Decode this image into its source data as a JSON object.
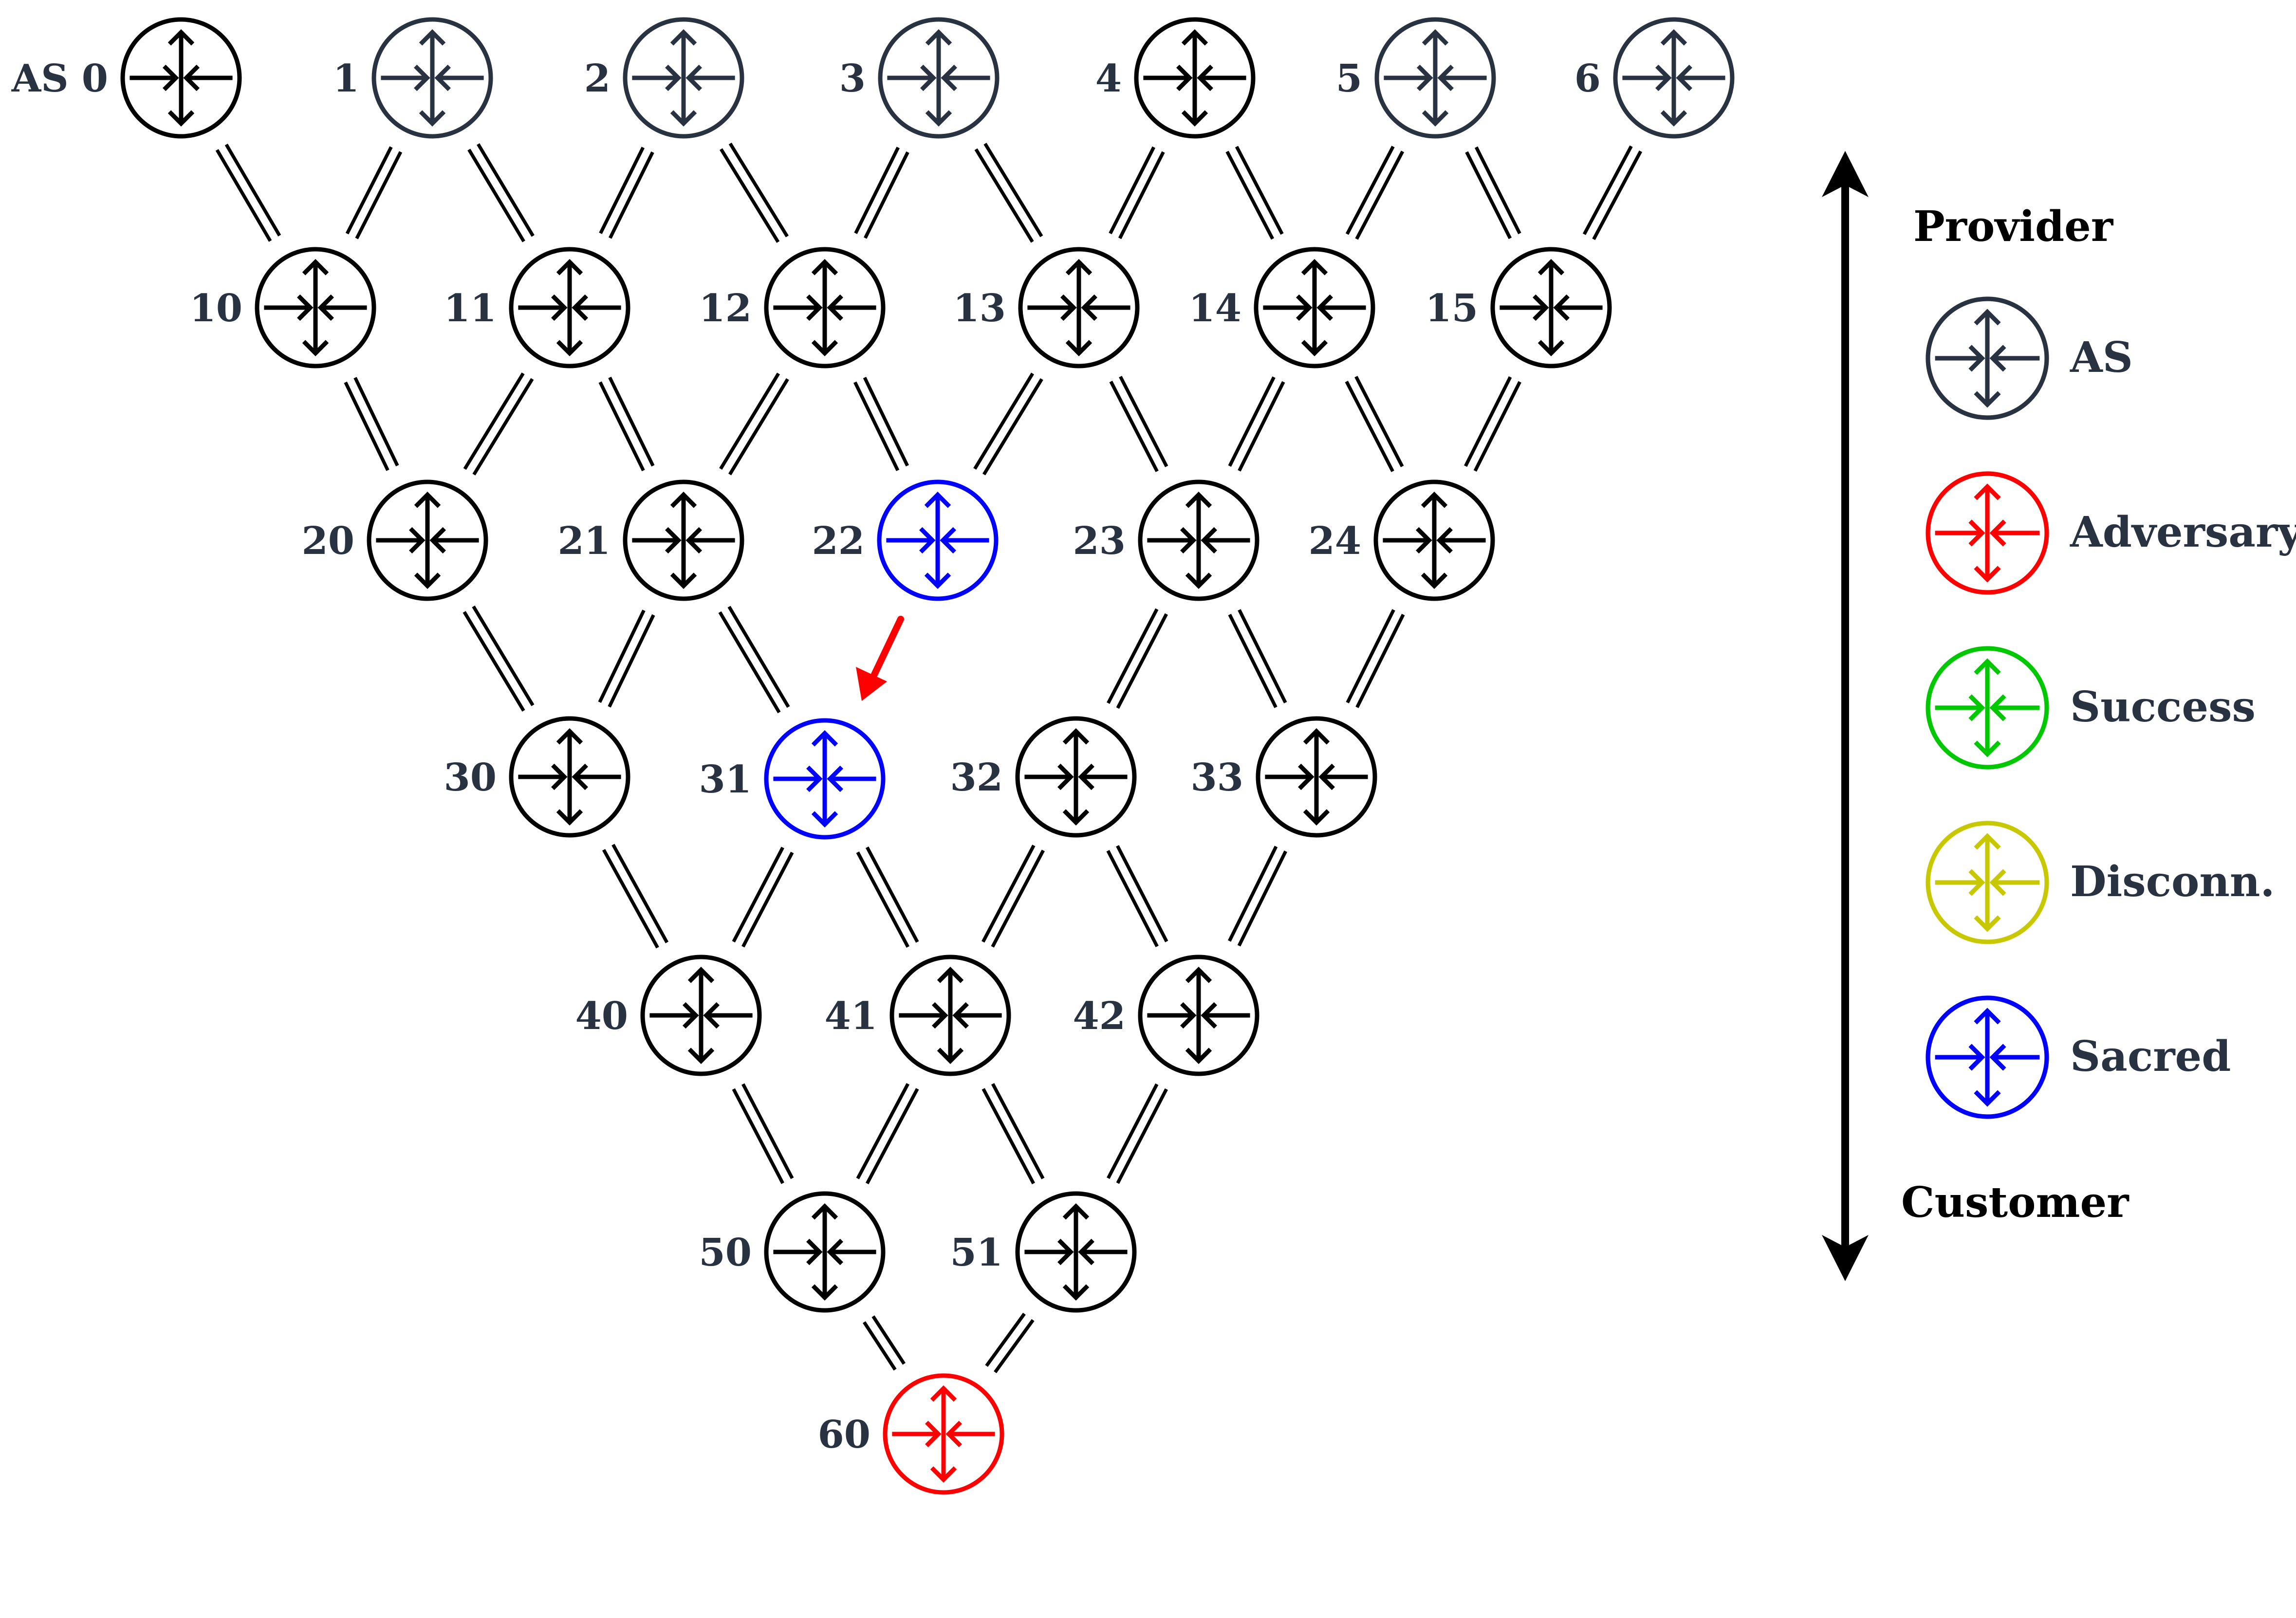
{
  "colors": {
    "default": "#000000",
    "as": "#283241",
    "label": "#283241",
    "adversary": "#ff0000",
    "success": "#00c800",
    "disconnected": "#c8c800",
    "sacred": "#0000ff",
    "attack_arrow": "#ff0000"
  },
  "icon": "router-icon",
  "nodes": [
    {
      "id": "0",
      "label": "AS 0",
      "role": "default"
    },
    {
      "id": "1",
      "label": "1",
      "role": "as"
    },
    {
      "id": "2",
      "label": "2",
      "role": "as"
    },
    {
      "id": "3",
      "label": "3",
      "role": "as"
    },
    {
      "id": "4",
      "label": "4",
      "role": "default"
    },
    {
      "id": "5",
      "label": "5",
      "role": "as"
    },
    {
      "id": "6",
      "label": "6",
      "role": "as"
    },
    {
      "id": "10",
      "label": "10",
      "role": "default"
    },
    {
      "id": "11",
      "label": "11",
      "role": "default"
    },
    {
      "id": "12",
      "label": "12",
      "role": "default"
    },
    {
      "id": "13",
      "label": "13",
      "role": "default"
    },
    {
      "id": "14",
      "label": "14",
      "role": "default"
    },
    {
      "id": "15",
      "label": "15",
      "role": "default"
    },
    {
      "id": "20",
      "label": "20",
      "role": "default"
    },
    {
      "id": "21",
      "label": "21",
      "role": "default"
    },
    {
      "id": "22",
      "label": "22",
      "role": "sacred"
    },
    {
      "id": "23",
      "label": "23",
      "role": "default"
    },
    {
      "id": "24",
      "label": "24",
      "role": "default"
    },
    {
      "id": "30",
      "label": "30",
      "role": "default"
    },
    {
      "id": "31",
      "label": "31",
      "role": "sacred"
    },
    {
      "id": "32",
      "label": "32",
      "role": "default"
    },
    {
      "id": "33",
      "label": "33",
      "role": "default"
    },
    {
      "id": "40",
      "label": "40",
      "role": "default"
    },
    {
      "id": "41",
      "label": "41",
      "role": "default"
    },
    {
      "id": "42",
      "label": "42",
      "role": "default"
    },
    {
      "id": "50",
      "label": "50",
      "role": "default"
    },
    {
      "id": "51",
      "label": "51",
      "role": "default"
    },
    {
      "id": "60",
      "label": "60",
      "role": "adversary"
    }
  ],
  "links": [
    [
      "0",
      "10"
    ],
    [
      "1",
      "10"
    ],
    [
      "1",
      "11"
    ],
    [
      "2",
      "11"
    ],
    [
      "2",
      "12"
    ],
    [
      "3",
      "12"
    ],
    [
      "3",
      "13"
    ],
    [
      "4",
      "13"
    ],
    [
      "4",
      "14"
    ],
    [
      "5",
      "14"
    ],
    [
      "5",
      "15"
    ],
    [
      "6",
      "15"
    ],
    [
      "10",
      "20"
    ],
    [
      "11",
      "20"
    ],
    [
      "11",
      "21"
    ],
    [
      "12",
      "21"
    ],
    [
      "12",
      "22"
    ],
    [
      "13",
      "22"
    ],
    [
      "13",
      "23"
    ],
    [
      "14",
      "23"
    ],
    [
      "14",
      "24"
    ],
    [
      "15",
      "24"
    ],
    [
      "20",
      "30"
    ],
    [
      "21",
      "30"
    ],
    [
      "21",
      "31"
    ],
    [
      "23",
      "32"
    ],
    [
      "23",
      "33"
    ],
    [
      "24",
      "33"
    ],
    [
      "30",
      "40"
    ],
    [
      "31",
      "40"
    ],
    [
      "31",
      "41"
    ],
    [
      "32",
      "41"
    ],
    [
      "32",
      "42"
    ],
    [
      "33",
      "42"
    ],
    [
      "40",
      "50"
    ],
    [
      "41",
      "50"
    ],
    [
      "41",
      "51"
    ],
    [
      "42",
      "51"
    ],
    [
      "50",
      "60"
    ],
    [
      "51",
      "60"
    ]
  ],
  "attack_arrow": {
    "from": "22",
    "to": "31"
  },
  "legend": [
    {
      "label": "AS",
      "role": "as"
    },
    {
      "label": "Adversary",
      "role": "adversary"
    },
    {
      "label": "Success",
      "role": "success"
    },
    {
      "label": "Disconn.",
      "role": "disconnected"
    },
    {
      "label": "Sacred",
      "role": "sacred"
    }
  ],
  "axis": {
    "top_label": "Provider",
    "bottom_label": "Customer"
  }
}
